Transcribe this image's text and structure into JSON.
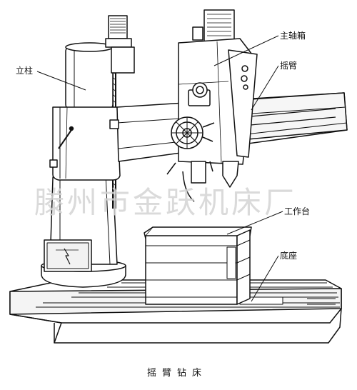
{
  "labels": {
    "column": "立柱",
    "spindle_box": "主轴箱",
    "arm": "摇臂",
    "worktable": "工作台",
    "base": "底座"
  },
  "caption": "摇臂钻床",
  "watermark": "滕州市金跃机床厂",
  "colors": {
    "line": "#111111",
    "watermark": "#d4d4d4",
    "background": "#ffffff"
  }
}
